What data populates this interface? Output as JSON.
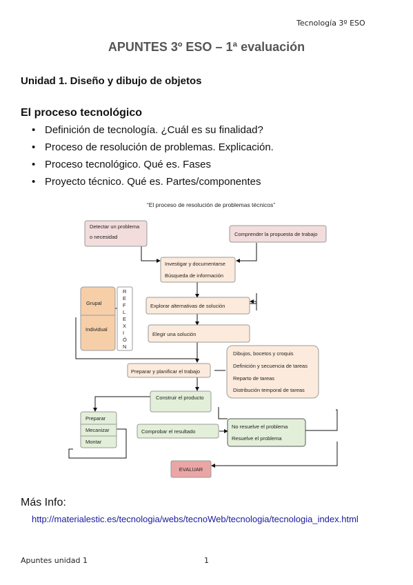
{
  "header": {
    "right": "Tecnología 3º ESO"
  },
  "title": "APUNTES 3º ESO – 1ª evaluación",
  "unit": "Unidad 1. Diseño y dibujo de objetos",
  "section": "El proceso tecnológico",
  "bullets": [
    "Definición de tecnología. ¿Cuál es su finalidad?",
    "Proceso de resolución de problemas. Explicación.",
    "Proceso tecnológico. Qué es. Fases",
    "Proyecto técnico. Qué es. Partes/componentes"
  ],
  "diagram": {
    "title": "“El proceso de resolución de problemas técnicos”",
    "boxes": {
      "detectar_1": "Detectar un problema",
      "detectar_2": "o necesidad",
      "comprender": "Comprender la propuesta de trabajo",
      "investigar_1": "Investigar y documentarse",
      "investigar_2": "Búsqueda de información",
      "explorar": "Explorar alternativas de solución",
      "elegir": "Elegir una solución",
      "grupal": "Grupal",
      "individual": "Individual",
      "reflexion": [
        "R",
        "E",
        "F",
        "L",
        "E",
        "X",
        "I",
        "Ó",
        "N"
      ],
      "planificar": "Preparar y planificar el trabajo",
      "plan_items": [
        "Dibujos, bocetos y croquis",
        "Definición y secuencia de tareas",
        "Reparto de tareas",
        "Distribución temporal de tareas"
      ],
      "construir": "Construir el producto",
      "fases": [
        "Preparar",
        "Mecanizar",
        "Montar"
      ],
      "comprobar": "Comprobar el resultado",
      "resultado": [
        "No resuelve el problema",
        "Resuelve el problema"
      ],
      "evaluar": "EVALUAR"
    },
    "colors": {
      "pink": "#f3dcdc",
      "peach": "#fcebdc",
      "orange": "#f6cfa9",
      "green": "#e3efd9",
      "evaluar": "#eaa5a5"
    }
  },
  "more_info": {
    "label": "Más Info:",
    "url": "http://materialestic.es/tecnologia/webs/tecnoWeb/tecnologia/tecnologia_index.html"
  },
  "footer": {
    "left": "Apuntes unidad 1",
    "page": "1"
  }
}
